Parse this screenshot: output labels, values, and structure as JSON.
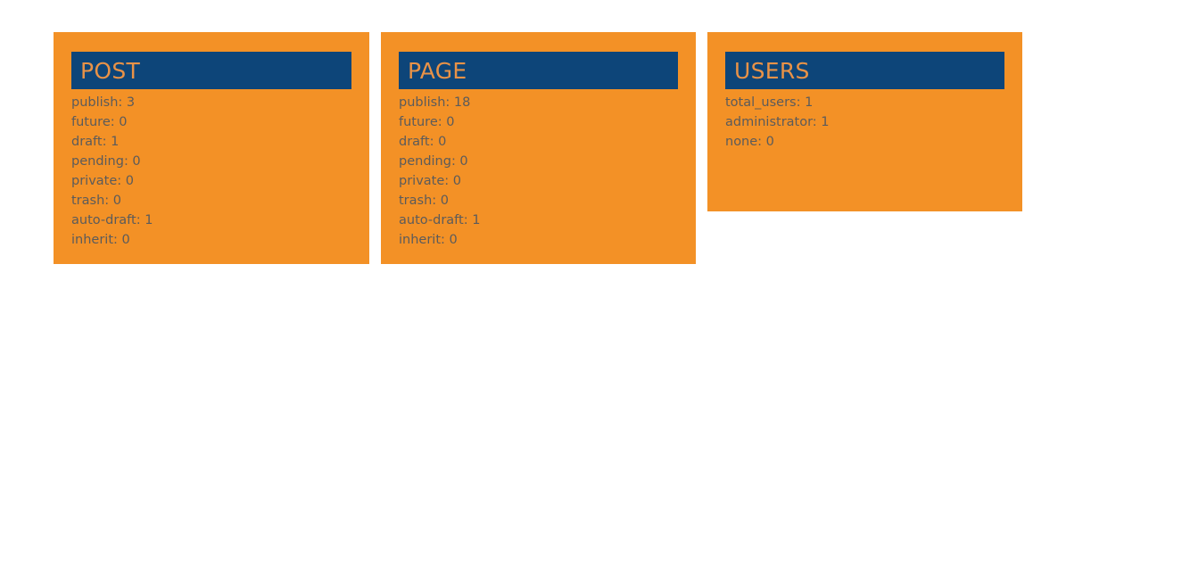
{
  "page": {
    "background_color": "#ffffff",
    "card_background_color": "#f39126",
    "card_header_color": "#0d4579",
    "card_title_color": "#e89247",
    "stat_text_color": "#5b5b5b"
  },
  "cards": [
    {
      "title": "POST",
      "stats": [
        "publish: 3",
        "future: 0",
        "draft: 1",
        "pending: 0",
        "private: 0",
        "trash: 0",
        "auto-draft: 1",
        "inherit: 0"
      ]
    },
    {
      "title": "PAGE",
      "stats": [
        "publish: 18",
        "future: 0",
        "draft: 0",
        "pending: 0",
        "private: 0",
        "trash: 0",
        "auto-draft: 1",
        "inherit: 0"
      ]
    },
    {
      "title": "USERS",
      "stats": [
        "total_users: 1",
        "administrator: 1",
        "none: 0"
      ]
    }
  ]
}
